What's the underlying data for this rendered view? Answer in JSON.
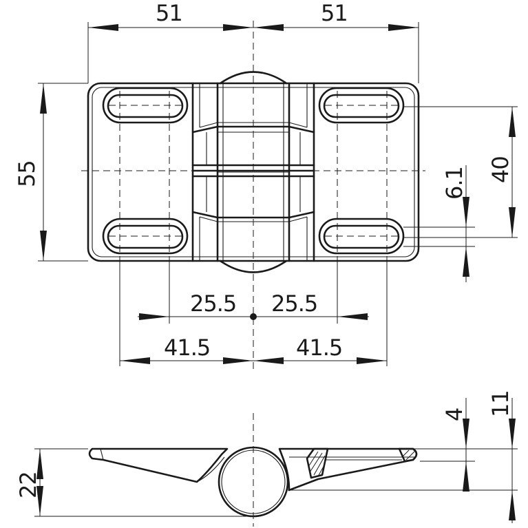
{
  "views": {
    "top": {
      "dimensions": {
        "width_left": "51",
        "width_right": "51",
        "height_total": "55",
        "slot_spacing_v": "40",
        "slot_width": "6.1",
        "inner_left": "25.5",
        "inner_right": "25.5",
        "outer_left": "41.5",
        "outer_right": "41.5"
      }
    },
    "side": {
      "dimensions": {
        "plate_thickness": "4",
        "edge_height": "11",
        "total_height": "22"
      }
    }
  }
}
